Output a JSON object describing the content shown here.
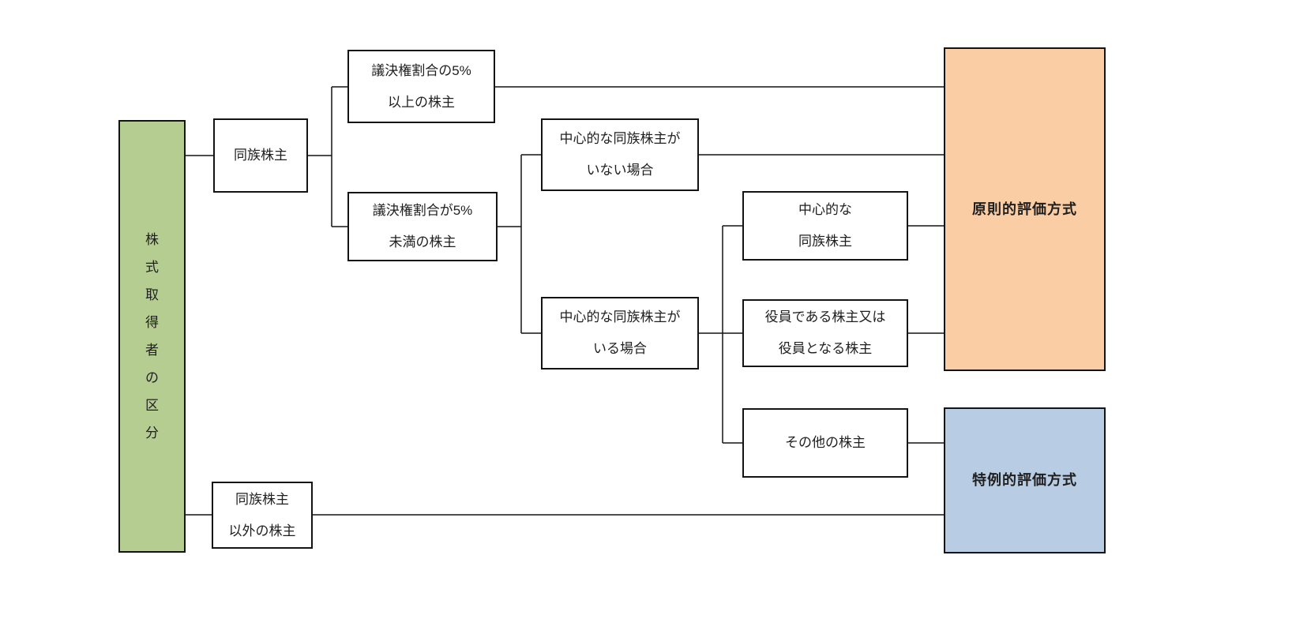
{
  "diagram": {
    "root_chars": [
      "株",
      "式",
      "取",
      "得",
      "者",
      "の",
      "区",
      "分"
    ],
    "nodes": {
      "dozoku": {
        "line1": "同族株主"
      },
      "dozoku_igai": {
        "line1": "同族株主",
        "line2": "以外の株主"
      },
      "five_over": {
        "line1": "議決権割合の5%",
        "line2": "以上の株主"
      },
      "five_under": {
        "line1": "議決権割合が5%",
        "line2": "未満の株主"
      },
      "no_central": {
        "line1": "中心的な同族株主が",
        "line2": "いない場合"
      },
      "has_central": {
        "line1": "中心的な同族株主が",
        "line2": "いる場合"
      },
      "central": {
        "line1": "中心的な",
        "line2": "同族株主"
      },
      "officer": {
        "line1": "役員である株主又は",
        "line2": "役員となる株主"
      },
      "other": {
        "line1": "その他の株主"
      },
      "principle": {
        "label": "原則的評価方式"
      },
      "special": {
        "label": "特例的評価方式"
      }
    },
    "colors": {
      "root_bg": "#b5cd91",
      "principle_bg": "#fbcda4",
      "special_bg": "#b8cce4",
      "line": "#141414"
    }
  }
}
